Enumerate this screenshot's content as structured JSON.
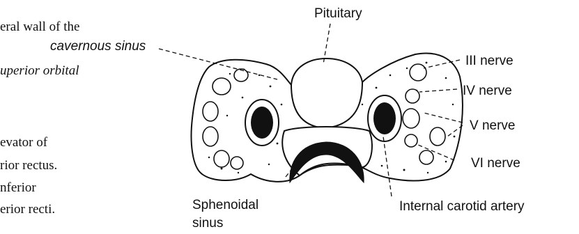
{
  "left_text": {
    "line1": "eral wall of the",
    "line2": "cavernous sinus",
    "line3": "uperior orbital",
    "line4": "evator of",
    "line5": "rior rectus.",
    "line6": "nferior",
    "line7": "erior recti."
  },
  "labels": {
    "pituitary": "Pituitary",
    "nerve_iii": "III nerve",
    "nerve_iv": "IV nerve",
    "nerve_v": "V nerve",
    "nerve_vi": "VI nerve",
    "sphenoidal_1": "Sphenoidal",
    "sphenoidal_2": "sinus",
    "carotid": "Internal carotid artery"
  }
}
